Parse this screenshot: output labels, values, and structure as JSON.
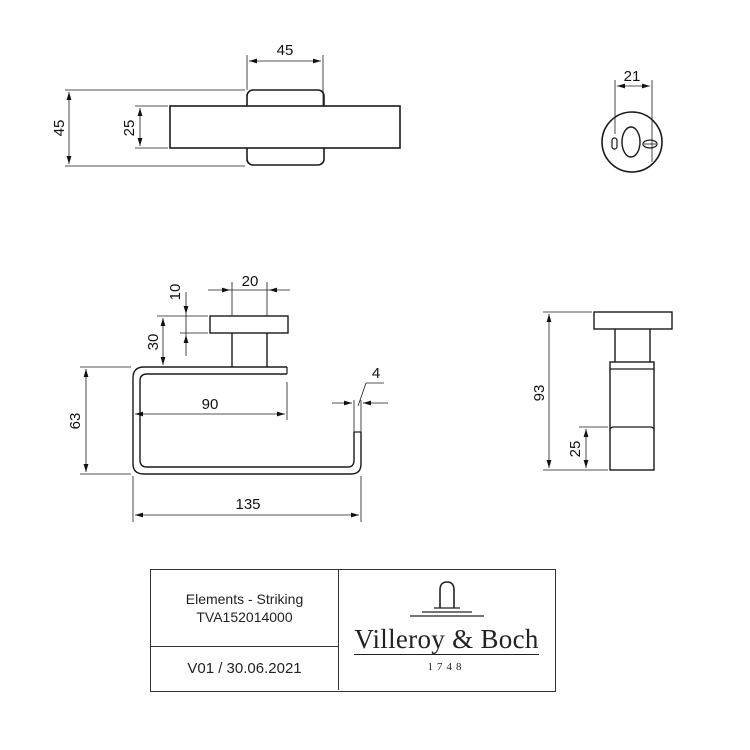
{
  "drawing": {
    "top_view": {
      "dim_width": "45",
      "dim_height_outer": "45",
      "dim_height_inner": "25"
    },
    "end_view": {
      "dim_width": "21"
    },
    "front_view": {
      "dim_10": "10",
      "dim_20": "20",
      "dim_30": "30",
      "dim_63": "63",
      "dim_90": "90",
      "dim_4": "4",
      "dim_135": "135"
    },
    "side_view": {
      "dim_93": "93",
      "dim_25": "25"
    }
  },
  "title_block": {
    "product_name": "Elements - Striking",
    "article_number": "TVA152014000",
    "version": "V01 / 30.06.2021",
    "brand_name": "Villeroy & Boch",
    "brand_year": "1748",
    "logo_icon": "fountain-arch-icon"
  },
  "colors": {
    "line": "#1a1a1a",
    "thin": "#333333",
    "background": "#ffffff"
  }
}
